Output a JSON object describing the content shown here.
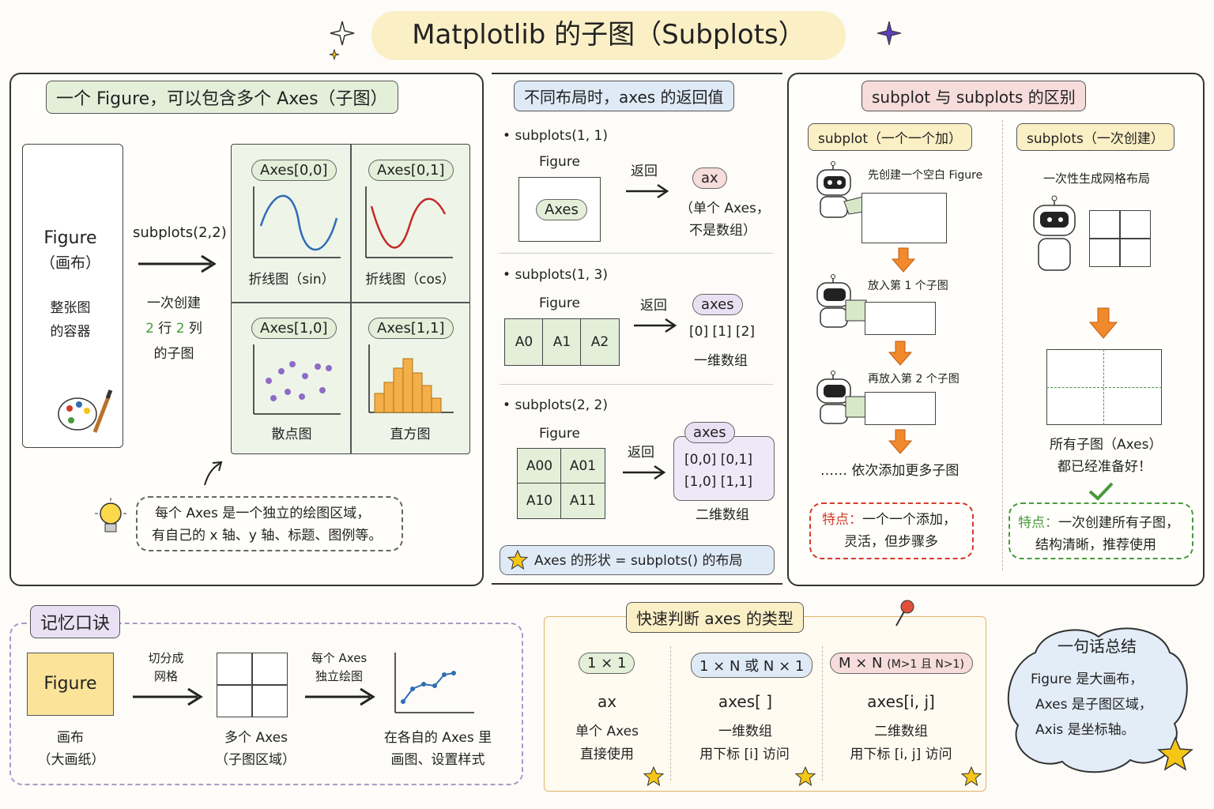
{
  "title": "Matplotlib 的子图（Subplots）",
  "left": {
    "heading": "一个 Figure，可以包含多个 Axes（子图）",
    "figure_label": "Figure",
    "figure_sub": "（画布）",
    "figure_desc1": "整张图",
    "figure_desc2": "的容器",
    "call": "subplots(2,2)",
    "note1": "一次创建",
    "note2_num1": "2",
    "note2_mid": " 行 ",
    "note2_num2": "2",
    "note2_end": " 列",
    "note3": "的子图",
    "cells": [
      {
        "tag": "Axes[0,0]",
        "caption": "折线图（sin）"
      },
      {
        "tag": "Axes[0,1]",
        "caption": "折线图（cos）"
      },
      {
        "tag": "Axes[1,0]",
        "caption": "散点图"
      },
      {
        "tag": "Axes[1,1]",
        "caption": "直方图"
      }
    ],
    "tip1": "每个 Axes 是一个独立的绘图区域，",
    "tip2": "有自己的 x 轴、y 轴、标题、图例等。"
  },
  "middle": {
    "heading": "不同布局时，axes 的返回值",
    "return_word": "返回",
    "figure_word": "Figure",
    "sections": [
      {
        "call": "subplots(1, 1)",
        "inner": "Axes",
        "ret": "ax",
        "desc1": "（单个 Axes，",
        "desc2": "不是数组）"
      },
      {
        "call": "subplots(1, 3)",
        "cells": [
          "A0",
          "A1",
          "A2"
        ],
        "ret": "axes",
        "index": "[0]  [1]  [2]",
        "desc": "一维数组"
      },
      {
        "call": "subplots(2, 2)",
        "cells": [
          "A00",
          "A01",
          "A10",
          "A11"
        ],
        "ret": "axes",
        "idx1": "[0,0]   [0,1]",
        "idx2": "[1,0]   [1,1]",
        "desc": "二维数组"
      }
    ],
    "footer": "Axes 的形状  = subplots() 的布局"
  },
  "right": {
    "heading": "subplot  与  subplots 的区别",
    "left_tag": "subplot（一个一个加）",
    "right_tag": "subplots（一次创建）",
    "steps": [
      "先创建一个空白 Figure",
      "放入第 1 个子图",
      "再放入第 2 个子图"
    ],
    "more": "…… 依次添加更多子图",
    "left_feat_label": "特点：",
    "left_feat1": "一个一个添加，",
    "left_feat2": "灵活，但步骤多",
    "right_step": "一次性生成网格布局",
    "ready1": "所有子图（Axes）",
    "ready2": "都已经准备好！",
    "right_feat_label": "特点：",
    "right_feat1": "一次创建所有子图，",
    "right_feat2": "结构清晰，推荐使用"
  },
  "memory": {
    "heading": "记忆口诀",
    "figure": "Figure",
    "cap1a": "画布",
    "cap1b": "（大画纸）",
    "arrow1a": "切分成",
    "arrow1b": "网格",
    "cap2a": "多个 Axes",
    "cap2b": "（子图区域）",
    "arrow2a": "每个 Axes",
    "arrow2b": "独立绘图",
    "cap3a": "在各自的 Axes 里",
    "cap3b": "画图、设置样式"
  },
  "quick": {
    "heading": "快速判断 axes 的类型",
    "cols": [
      {
        "tag": "1 × 1",
        "code": "ax",
        "d1": "单个 Axes",
        "d2": "直接使用"
      },
      {
        "tag": "1 × N 或 N × 1",
        "code": "axes[ ]",
        "d1": "一维数组",
        "d2": "用下标 [i] 访问"
      },
      {
        "tag": "M × N",
        "tag_small": "(M>1 且 N>1)",
        "code": "axes[i, j]",
        "d1": "二维数组",
        "d2": "用下标 [i, j] 访问"
      }
    ]
  },
  "summary": {
    "heading": "一句话总结",
    "l1": "Figure 是大画布，",
    "l2": "Axes 是子图区域，",
    "l3": "Axis 是坐标轴。"
  },
  "colors": {
    "green": "#4a9a3c",
    "red": "#d23a2a",
    "orange": "#f08a2c",
    "blue": "#2f6db5",
    "purple": "#7b4fb5",
    "star": "#f5c518"
  }
}
